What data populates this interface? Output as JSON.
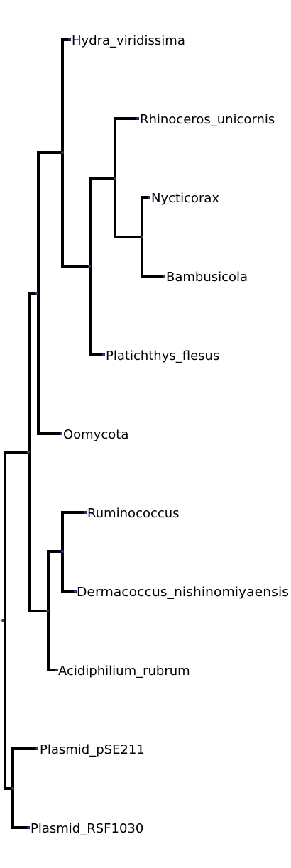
{
  "tree": {
    "leaves": [
      {
        "id": "hydra",
        "label": "Hydra_viridissima"
      },
      {
        "id": "rhino",
        "label": "Rhinoceros_unicornis"
      },
      {
        "id": "nycti",
        "label": "Nycticorax"
      },
      {
        "id": "bambu",
        "label": "Bambusicola"
      },
      {
        "id": "plati",
        "label": "Platichthys_flesus"
      },
      {
        "id": "oomy",
        "label": "Oomycota"
      },
      {
        "id": "rumi",
        "label": "Ruminococcus"
      },
      {
        "id": "derma",
        "label": "Dermacoccus_nishinomiyaensis"
      },
      {
        "id": "acidi",
        "label": "Acidiphilium_rubrum"
      },
      {
        "id": "pse",
        "label": "Plasmid_pSE211"
      },
      {
        "id": "rsf",
        "label": "Plasmid_RSF1030"
      }
    ],
    "colors": {
      "branch": "#000000",
      "node": "#1f3a93",
      "label": "#000000"
    }
  }
}
